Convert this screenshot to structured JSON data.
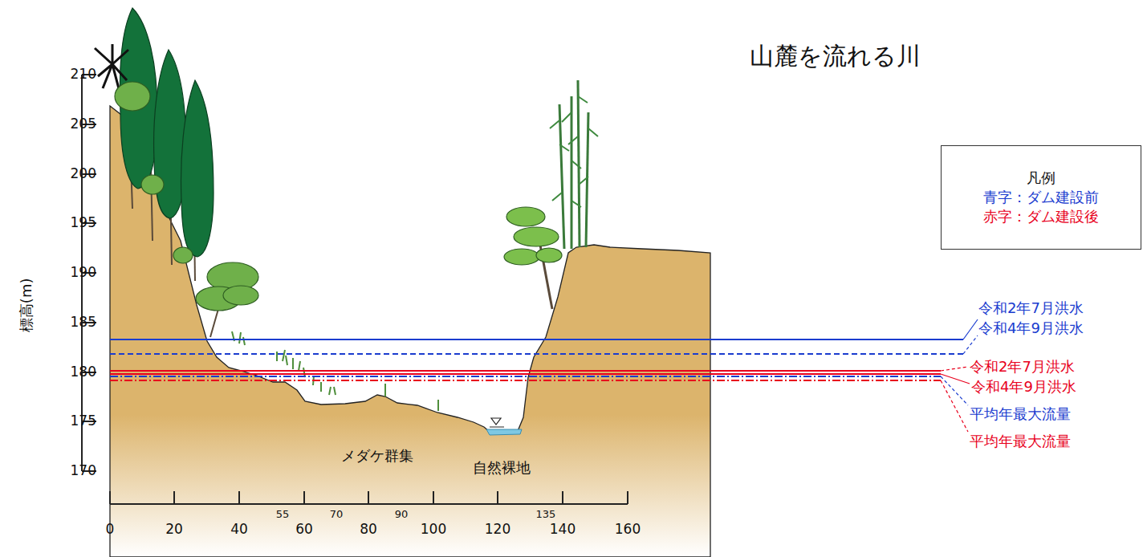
{
  "diagram": {
    "title": "山麓を流れる川",
    "nodes": [
      {
        "text": [
          "凡例",
          "青字：ダム建設前",
          "赤字：ダム建設後"
        ]
      }
    ],
    "labels": [
      "標高(m)",
      "210",
      "205",
      "200",
      "195",
      "190",
      "185",
      "180",
      "175",
      "170",
      "0",
      "20",
      "40",
      "55",
      "60",
      "70",
      "80",
      "90",
      "100",
      "120",
      "135",
      "140",
      "160",
      "メダケ群集",
      "自然裸地",
      "令和2年7月洪水",
      "令和4年9月洪水",
      "令和2年7月洪水",
      "令和4年9月洪水",
      "平均年最大流量",
      "平均年最大流量"
    ]
  }
}
